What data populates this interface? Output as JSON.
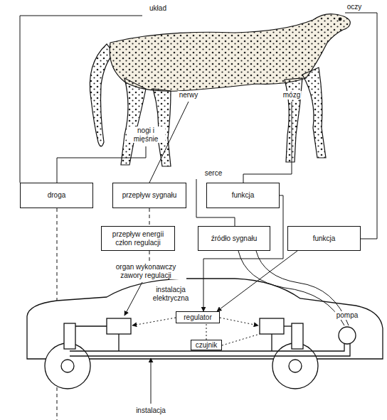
{
  "diagram": {
    "nodes": [
      {
        "text": [
          "droga"
        ]
      },
      {
        "text": [
          "przepływ sygnału"
        ]
      },
      {
        "text": [
          "funkcja"
        ]
      },
      {
        "text": [
          "przepływ energii człon regulacji"
        ]
      },
      {
        "text": [
          "źródło sygnału"
        ]
      },
      {
        "text": [
          "funkcja"
        ]
      },
      {
        "text": [
          "regulator"
        ]
      },
      {
        "text": [
          "czujnik"
        ]
      }
    ],
    "edges": [
      {
        "from": 5,
        "to": 6,
        "arrow": "to"
      },
      {
        "from": 2,
        "to": 6,
        "arrow": "to"
      },
      {
        "from": 7,
        "to": 6,
        "arrow": "none"
      }
    ],
    "labels": [
      "układ",
      "oczy",
      "nerwy",
      "mózg",
      "nogi i mięśnie",
      "serce",
      "organ wykonawczy zawory regulacji",
      "instalacja elektryczna",
      "pompa",
      "instalacja"
    ]
  }
}
